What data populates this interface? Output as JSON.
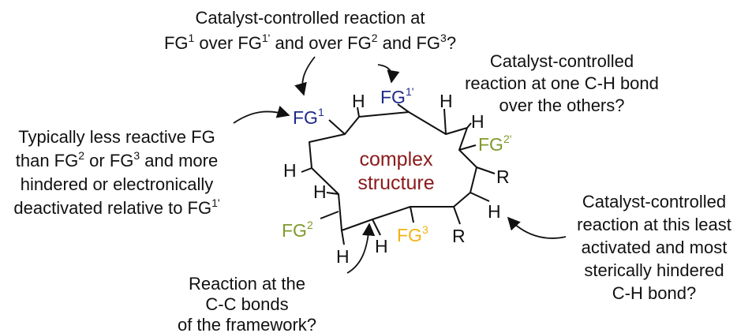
{
  "colors": {
    "ink": "#111111",
    "fg1": "#1f2a8a",
    "fg2": "#7f9a2b",
    "fg3": "#f2b314",
    "structure": "#8b1a1a"
  },
  "callouts": {
    "top": {
      "line1": "Catalyst-controlled reaction at",
      "line2_a": "FG",
      "line2_sup1": "1",
      "line2_b": " over FG",
      "line2_sup2": "1'",
      "line2_c": " and over FG",
      "line2_sup3": "2",
      "line2_d": " and FG",
      "line2_sup4": "3",
      "line2_e": "?"
    },
    "top_right": {
      "line1": "Catalyst-controlled",
      "line2": "reaction at one C-H bond",
      "line3": "over the others?"
    },
    "left": {
      "line1": "Typically less reactive FG",
      "line2_a": "than FG",
      "line2_sup1": "2",
      "line2_b": " or FG",
      "line2_sup2": "3",
      "line2_c": " and more",
      "line3": "hindered or electronically",
      "line4_a": "deactivated relative to FG",
      "line4_sup": "1'"
    },
    "bottom": {
      "line1": "Reaction at the",
      "line2": "C-C bonds",
      "line3": "of the framework?"
    },
    "right": {
      "line1": "Catalyst-controlled",
      "line2": "reaction at this least",
      "line3": "activated and most",
      "line4": "sterically hindered",
      "line5": "C-H bond?"
    }
  },
  "structure": {
    "line1": "complex",
    "line2": "structure"
  },
  "atoms": {
    "fg": "FG",
    "fg1_sup": "1",
    "fg1p_sup": "1'",
    "fg2_sup": "2",
    "fg2p_sup": "2'",
    "fg3_sup": "3",
    "h": "H",
    "r": "R"
  }
}
